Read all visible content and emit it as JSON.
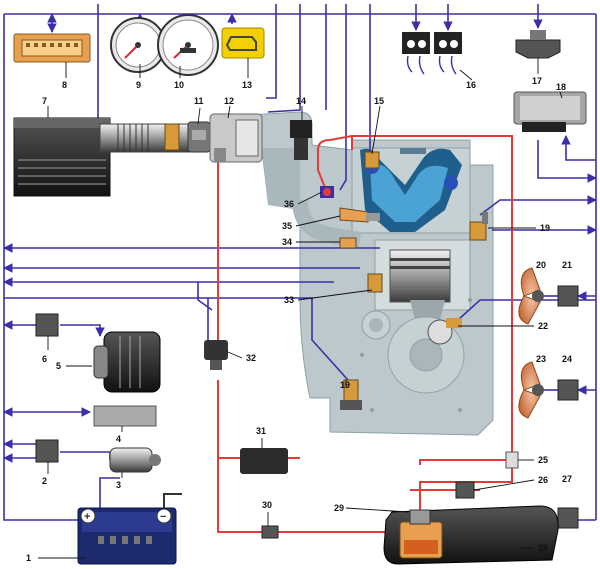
{
  "title": "",
  "colors": {
    "wire_blue": "#3b2fa8",
    "wire_red": "#e53a3a",
    "engine_gray": "#bcc8cc",
    "background": "#ffffff"
  },
  "labels": {
    "l1": "1",
    "l2": "2",
    "l3": "3",
    "l4": "4",
    "l5": "5",
    "l6": "6",
    "l7": "7",
    "l8": "8",
    "l9": "9",
    "l10": "10",
    "l11": "11",
    "l12": "12",
    "l13": "13",
    "l14": "14",
    "l15": "15",
    "l16": "16",
    "l17": "17",
    "l18": "18",
    "l19a": "19",
    "l19b": "19",
    "l20": "20",
    "l21": "21",
    "l22": "22",
    "l23": "23",
    "l24": "24",
    "l25": "25",
    "l26": "26",
    "l27": "27",
    "l28": "28",
    "l29": "29",
    "l30": "30",
    "l31": "31",
    "l32": "32",
    "l33": "33",
    "l34": "34",
    "l35": "35",
    "l36": "36"
  },
  "battery": {
    "plus": "+",
    "minus": "−"
  },
  "components": {
    "c1": "battery-icon",
    "c2": "relay-icon",
    "c3": "starter-icon",
    "c4": "fuse-block-icon",
    "c5": "generator-icon",
    "c6": "relay-icon",
    "c7": "air-filter-icon",
    "c8": "diagnostic-connector-icon",
    "c9": "tachometer-icon",
    "c10": "speedometer-icon",
    "c11": "mass-air-flow-sensor-icon",
    "c12": "throttle-body-icon",
    "c13": "check-engine-lamp-icon",
    "c14": "idle-air-control-icon",
    "c15": "camshaft-sensor-icon",
    "c16": "ignition-coil-icon",
    "c17": "speed-sensor-icon",
    "c18": "ecu-icon",
    "c19": "temperature-sensor-icon",
    "c20": "fan-icon",
    "c21": "fan-relay-icon",
    "c22": "crankshaft-sensor-icon",
    "c23": "fan-icon",
    "c24": "fan-relay-icon",
    "c25": "fuel-tee-icon",
    "c26": "fuel-pressure-regulator-icon",
    "c27": "fuel-pump-relay-icon",
    "c28": "fuel-tank-icon",
    "c29": "fuel-pump-icon",
    "c30": "fuel-filter-icon",
    "c31": "canister-icon",
    "c32": "purge-valve-icon",
    "c33": "knock-sensor-icon",
    "c34": "injector-icon",
    "c35": "spark-plug-icon",
    "c36": "oxygen-sensor-icon"
  }
}
